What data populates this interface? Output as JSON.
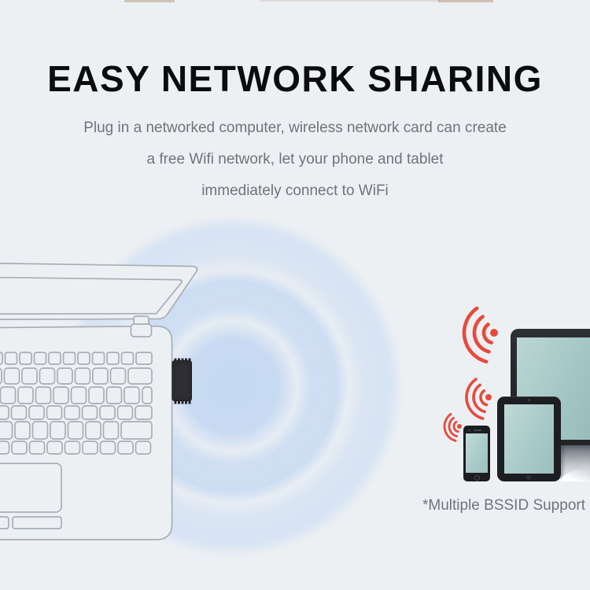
{
  "header": {
    "title": "EASY NETWORK SHARING",
    "subtitle_lines": [
      "Plug in a networked computer, wireless network card can create",
      "a free Wifi network, let your phone and tablet",
      "immediately connect to WiFi"
    ]
  },
  "footnote": {
    "text": "*Multiple BSSID Support"
  },
  "illustration": {
    "devices": [
      "laptop",
      "usb-wifi-adapter",
      "monitor",
      "tablet",
      "smartphone"
    ],
    "wifi_wave_color": "#aecdf0",
    "wifi_signal_icon_color": "#e8493d",
    "device_screen_color": "#a8cac8",
    "laptop_outline_color": "#a8aeb6"
  },
  "colors": {
    "background": "#edf0f3",
    "title_text": "#0c0c0c",
    "body_text": "#6f747a"
  }
}
